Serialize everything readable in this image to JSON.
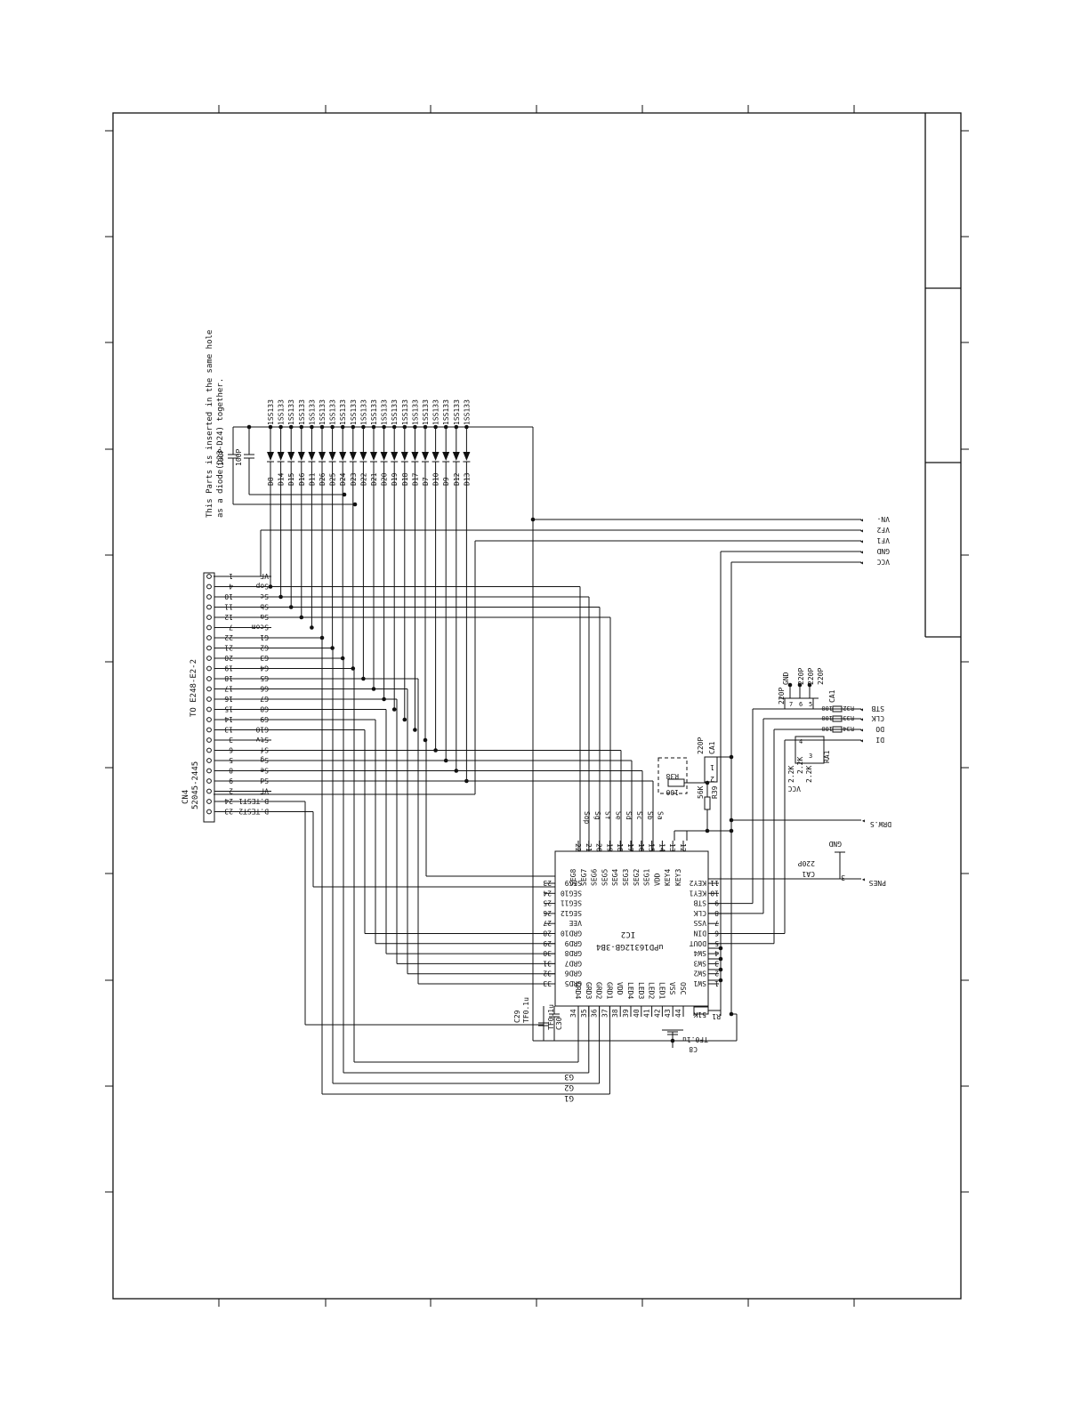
{
  "note": {
    "line1": "This Parts is inserted in the same hole",
    "line2": "as a diode(D23-D24) together."
  },
  "connector": {
    "ref": "CN4",
    "part": "52045-2445",
    "dest": "TO E248-E2-2",
    "pins": [
      {
        "num": "1",
        "name": "VF"
      },
      {
        "num": "4",
        "name": "Sop"
      },
      {
        "num": "10",
        "name": "Sc"
      },
      {
        "num": "11",
        "name": "Sb"
      },
      {
        "num": "12",
        "name": "Sa"
      },
      {
        "num": "7",
        "name": "Scom"
      },
      {
        "num": "22",
        "name": "G1"
      },
      {
        "num": "21",
        "name": "G2"
      },
      {
        "num": "20",
        "name": "G3"
      },
      {
        "num": "19",
        "name": "G4"
      },
      {
        "num": "18",
        "name": "G5"
      },
      {
        "num": "17",
        "name": "G6"
      },
      {
        "num": "16",
        "name": "G7"
      },
      {
        "num": "15",
        "name": "G8"
      },
      {
        "num": "14",
        "name": "G9"
      },
      {
        "num": "13",
        "name": "G10"
      },
      {
        "num": "3",
        "name": "Stv"
      },
      {
        "num": "6",
        "name": "Sf"
      },
      {
        "num": "5",
        "name": "Sg"
      },
      {
        "num": "8",
        "name": "Se"
      },
      {
        "num": "9",
        "name": "Sd"
      },
      {
        "num": "2",
        "name": "VF"
      },
      {
        "num": "24",
        "name": "D.TEST1"
      },
      {
        "num": "23",
        "name": "D.TEST2"
      }
    ]
  },
  "caps_top": [
    "100P",
    "100P"
  ],
  "diodes": {
    "part": "1SS133",
    "refs": [
      "D8",
      "D14",
      "D15",
      "D16",
      "D11",
      "D26",
      "D25",
      "D24",
      "D23",
      "D22",
      "D21",
      "D20",
      "D19",
      "D18",
      "D17",
      "D7",
      "D10",
      "D9",
      "D12",
      "D13"
    ]
  },
  "power": [
    "VN-",
    "VF2",
    "VF1",
    "GND",
    "VCC"
  ],
  "ic": {
    "ref": "IC2",
    "part": "uPD16312GB-3B4",
    "top": [
      {
        "num": "22",
        "name": "SEG8",
        "label": "Sop"
      },
      {
        "num": "21",
        "name": "SEG7",
        "label": "Sg"
      },
      {
        "num": "20",
        "name": "SEG6",
        "label": "Sf"
      },
      {
        "num": "19",
        "name": "SEG5",
        "label": "Se"
      },
      {
        "num": "18",
        "name": "SEG4",
        "label": "Sd"
      },
      {
        "num": "17",
        "name": "SEG3",
        "label": "Sc"
      },
      {
        "num": "16",
        "name": "SEG2",
        "label": "Sb"
      },
      {
        "num": "15",
        "name": "SEG1",
        "label": "Sa"
      },
      {
        "num": "14",
        "name": "VDD",
        "label": ""
      },
      {
        "num": "13",
        "name": "KEY4",
        "label": ""
      },
      {
        "num": "12",
        "name": "KEY3",
        "label": ""
      }
    ],
    "left": [
      {
        "num": "23",
        "name": "SEG9"
      },
      {
        "num": "24",
        "name": "SEG10"
      },
      {
        "num": "25",
        "name": "SEG11"
      },
      {
        "num": "26",
        "name": "SEG12"
      },
      {
        "num": "27",
        "name": "VEE"
      },
      {
        "num": "28",
        "name": "GRD10"
      },
      {
        "num": "29",
        "name": "GRD9"
      },
      {
        "num": "30",
        "name": "GRD8"
      },
      {
        "num": "31",
        "name": "GRD7"
      },
      {
        "num": "32",
        "name": "GRD6"
      },
      {
        "num": "33",
        "name": "GRD5"
      }
    ],
    "bottom": [
      {
        "num": "34",
        "name": "GRD4"
      },
      {
        "num": "35",
        "name": "GRD3"
      },
      {
        "num": "36",
        "name": "GRD2"
      },
      {
        "num": "37",
        "name": "GRD1"
      },
      {
        "num": "38",
        "name": "VDD"
      },
      {
        "num": "39",
        "name": "LED4"
      },
      {
        "num": "40",
        "name": "LED3"
      },
      {
        "num": "41",
        "name": "LED2"
      },
      {
        "num": "42",
        "name": "LED1"
      },
      {
        "num": "43",
        "name": "VSS"
      },
      {
        "num": "44",
        "name": "OSC"
      }
    ],
    "right": [
      {
        "num": "11",
        "name": "KEY2"
      },
      {
        "num": "10",
        "name": "KEY1"
      },
      {
        "num": "9",
        "name": "STB"
      },
      {
        "num": "8",
        "name": "CLK"
      },
      {
        "num": "7",
        "name": "VSS"
      },
      {
        "num": "6",
        "name": "DIN"
      },
      {
        "num": "5",
        "name": "DOUT"
      },
      {
        "num": "4",
        "name": "SW4"
      },
      {
        "num": "3",
        "name": "SW3"
      },
      {
        "num": "2",
        "name": "SW2"
      },
      {
        "num": "1",
        "name": "SW1"
      }
    ]
  },
  "r38": {
    "ref": "R38",
    "value": "100"
  },
  "r39": {
    "ref": "R39",
    "value": "56K"
  },
  "ca1_top": {
    "ref": "CA1",
    "value": "220P",
    "pin1": "1",
    "pin2": "2"
  },
  "ca1_bottom": {
    "ref": "CA1",
    "value": "220P",
    "pin": "3"
  },
  "drw_label": "DRW.S",
  "pnes_label": "PNES",
  "gnd_label": "GND",
  "bus_rail": {
    "gnd": "GND",
    "caps": [
      "220P",
      "220P",
      "220P",
      "220P"
    ],
    "ref": "CA1",
    "pins": [
      "7",
      "6",
      "5",
      "4",
      "3"
    ]
  },
  "bus_signals": [
    {
      "name": "STB",
      "res": "R32",
      "value": "100"
    },
    {
      "name": "CLK",
      "res": "R33",
      "value": "100"
    },
    {
      "name": "DO",
      "res": "R34",
      "value": "100"
    },
    {
      "name": "DI",
      "res": "",
      "value": ""
    }
  ],
  "ra1": {
    "ref": "RA1",
    "values": [
      "2.2K",
      "2.2K",
      "2.2K"
    ],
    "label": "VCC"
  },
  "osc": {
    "ref": "R1",
    "value": "51K"
  },
  "c8": {
    "ref": "C8",
    "value": "TF0.1u"
  },
  "c29": {
    "ref": "C29",
    "value": "TF0.1u"
  },
  "c30": {
    "ref": "C30",
    "value": "TF0.1u"
  },
  "grid_labels": [
    "G1",
    "G2",
    "G3"
  ]
}
